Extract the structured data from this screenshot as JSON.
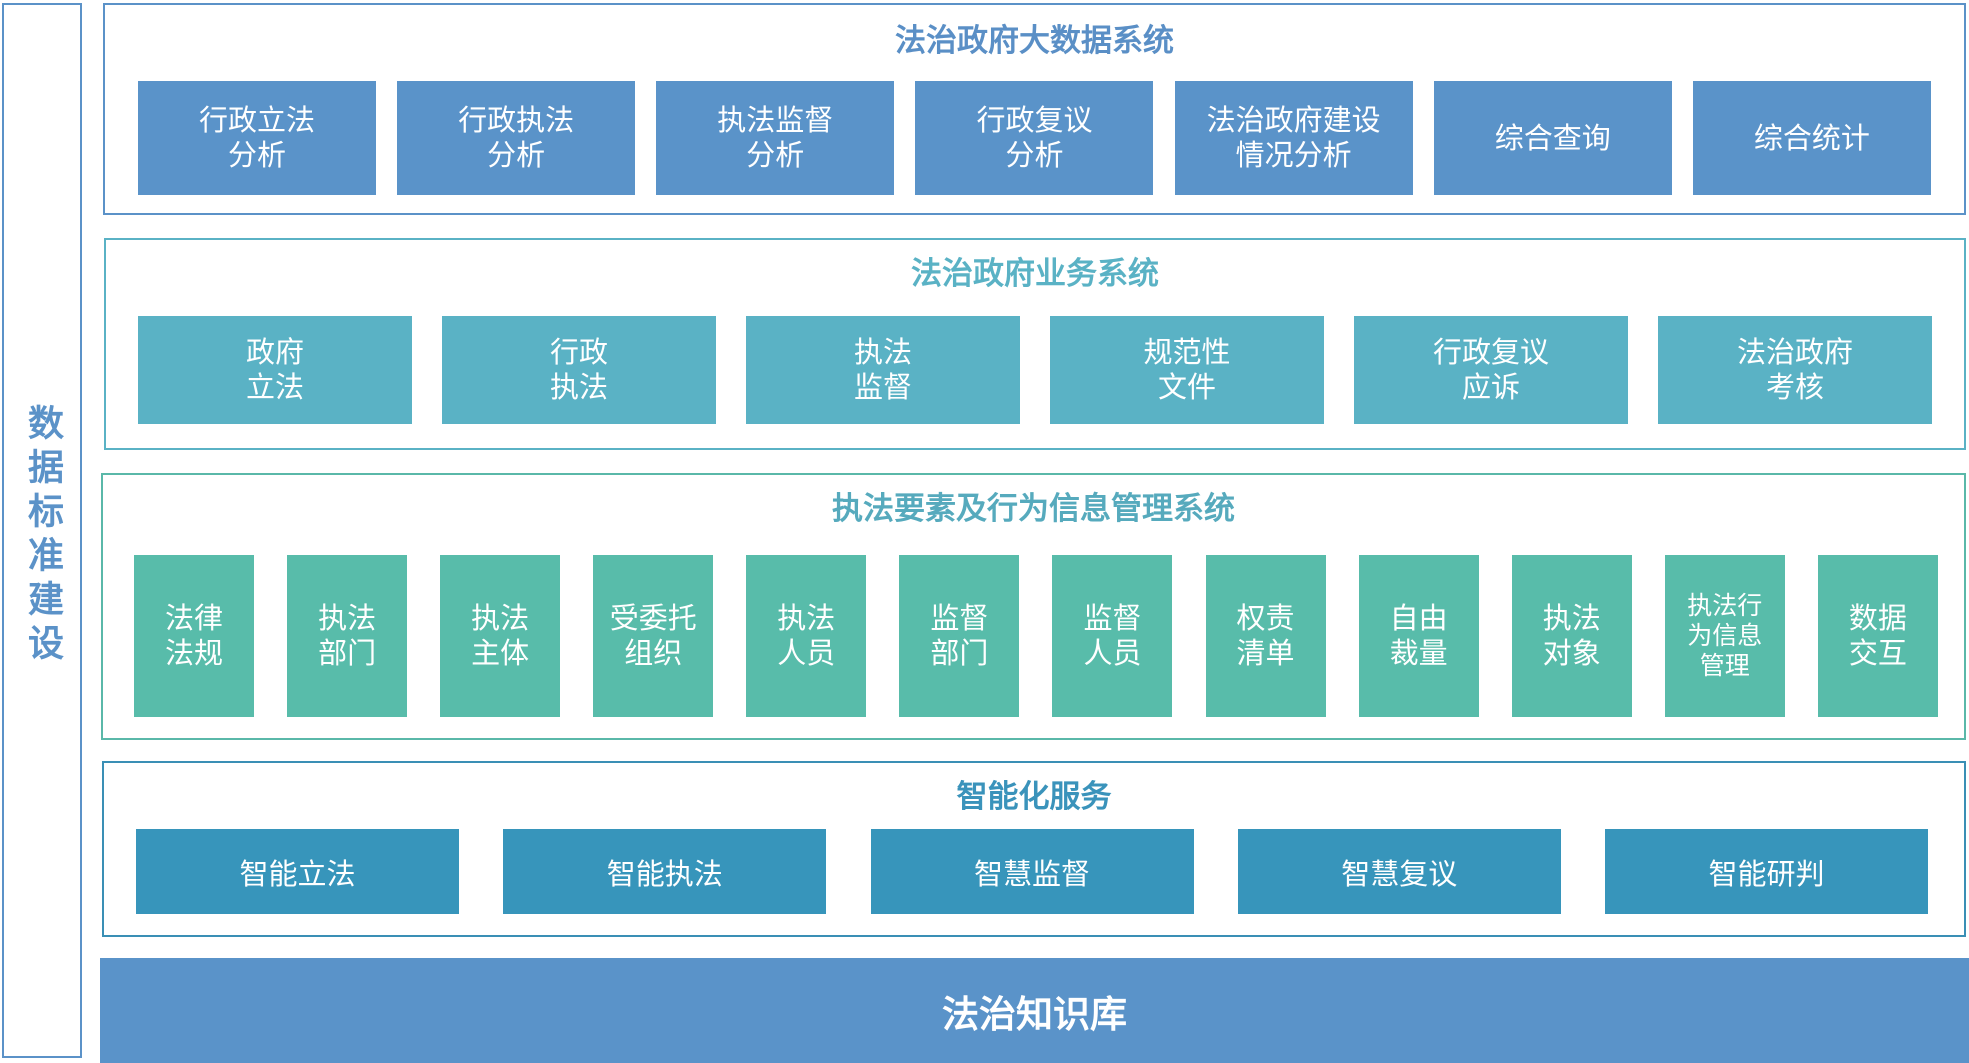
{
  "sidebar": {
    "label": "数据标准建设"
  },
  "colors": {
    "blue": "#5a93c9",
    "teal": "#5ab2c5",
    "green": "#58bcaa",
    "dark_teal": "#3795bb",
    "border_blue": "#5b92c8"
  },
  "panels": [
    {
      "title": "法治政府大数据系统",
      "items": [
        {
          "label": "行政立法\n分析"
        },
        {
          "label": "行政执法\n分析"
        },
        {
          "label": "执法监督\n分析"
        },
        {
          "label": "行政复议\n分析"
        },
        {
          "label": "法治政府建设\n情况分析"
        },
        {
          "label": "综合查询"
        },
        {
          "label": "综合统计"
        }
      ]
    },
    {
      "title": "法治政府业务系统",
      "items": [
        {
          "label": "政府\n立法"
        },
        {
          "label": "行政\n执法"
        },
        {
          "label": "执法\n监督"
        },
        {
          "label": "规范性\n文件"
        },
        {
          "label": "行政复议\n应诉"
        },
        {
          "label": "法治政府\n考核"
        }
      ]
    },
    {
      "title": "执法要素及行为信息管理系统",
      "items": [
        {
          "label": "法律\n法规"
        },
        {
          "label": "执法\n部门"
        },
        {
          "label": "执法\n主体"
        },
        {
          "label": "受委托\n组织"
        },
        {
          "label": "执法\n人员"
        },
        {
          "label": "监督\n部门"
        },
        {
          "label": "监督\n人员"
        },
        {
          "label": "权责\n清单"
        },
        {
          "label": "自由\n裁量"
        },
        {
          "label": "执法\n对象"
        },
        {
          "label": "执法行\n为信息\n管理"
        },
        {
          "label": "数据\n交互"
        }
      ]
    },
    {
      "title": "智能化服务",
      "items": [
        {
          "label": "智能立法"
        },
        {
          "label": "智能执法"
        },
        {
          "label": "智慧监督"
        },
        {
          "label": "智慧复议"
        },
        {
          "label": "智能研判"
        }
      ]
    }
  ],
  "foundation": {
    "label": "法治知识库"
  }
}
